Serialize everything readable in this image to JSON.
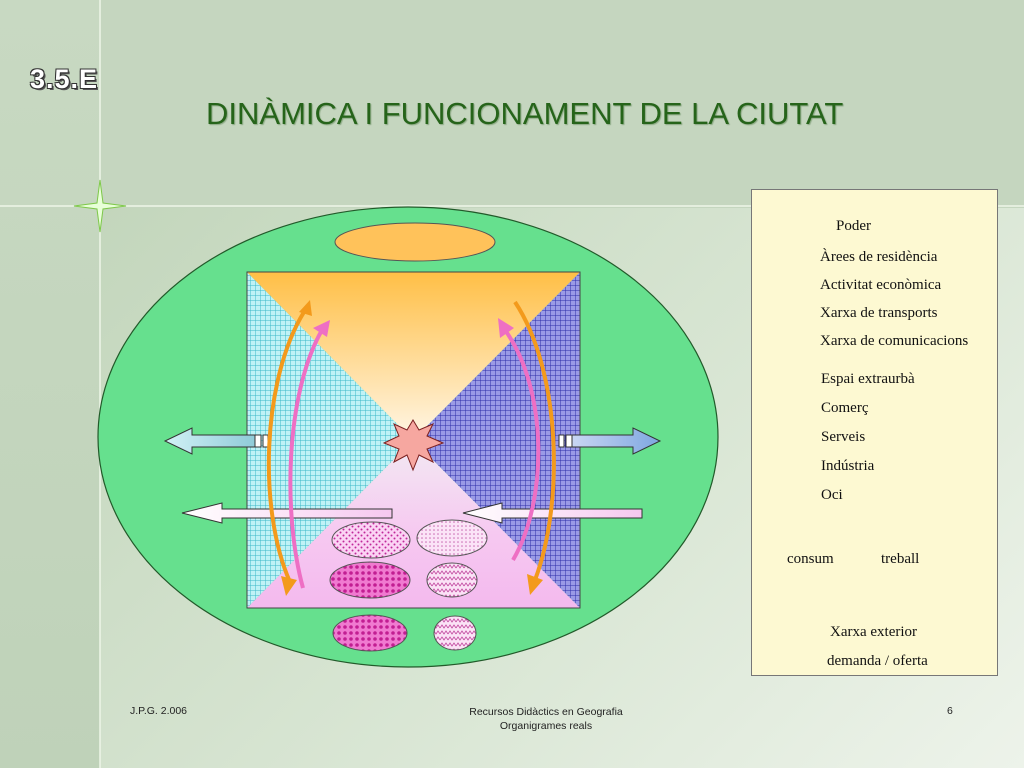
{
  "slide": {
    "badge": "3.5.E",
    "title": "DINÀMICA I FUNCIONAMENT DE LA CIUTAT"
  },
  "legend": {
    "poder": "Poder",
    "arees_residencia": "Àrees de residència",
    "activitat_economica": "Activitat econòmica",
    "xarxa_transports": "Xarxa de transports",
    "xarxa_comunicacions": "Xarxa de comunicacions",
    "espai_extraurba": "Espai extraurbà",
    "comerc": "Comerç",
    "serveis": "Serveis",
    "industria": "Indústria",
    "oci": "Oci",
    "consum": "consum",
    "treball": "treball",
    "xarxa_exterior": "Xarxa exterior",
    "demanda_oferta": "demanda / oferta"
  },
  "footer": {
    "author": "J.P.G. 2.006",
    "line1": "Recursos Didàctics en Geografia",
    "line2": "Organigrames reals",
    "page": "6"
  },
  "colors": {
    "title": "#26641a",
    "green_space": "#66e08e",
    "residence": "#ffc25a",
    "activity": "#f6c6f0",
    "transport": "#5a5ad0",
    "communication": "#7fdde8",
    "orange_arrow": "#f39a1c",
    "pink_arrow": "#ee6fc4",
    "legend_bg": "#fdf9d2"
  }
}
